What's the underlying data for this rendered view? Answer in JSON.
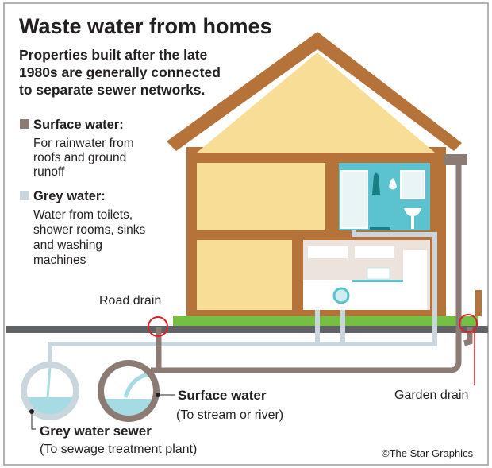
{
  "title": "Waste water from homes",
  "subtitle": [
    "Properties built after the late",
    "1980s are generally connected",
    "to separate sewer networks."
  ],
  "legend": [
    {
      "label": "Surface water:",
      "color": "#8c7b73",
      "desc": [
        "For rainwater from",
        "roofs and ground",
        "runoff"
      ]
    },
    {
      "label": "Grey water:",
      "color": "#c9d6de",
      "desc": [
        "Water from toilets,",
        "shower rooms, sinks",
        "and washing",
        "machines"
      ]
    }
  ],
  "labels": {
    "road_drain": "Road drain",
    "garden_drain": "Garden drain",
    "surface_water": "Surface water",
    "surface_water_sub": "(To stream or river)",
    "grey_sewer": "Grey water sewer",
    "grey_sewer_sub": "(To sewage treatment plant)"
  },
  "credit": "©The Star Graphics",
  "colors": {
    "house_brown": "#b5733a",
    "wall_yellow": "#f7dd95",
    "bathroom": "#5bc3d0",
    "grass": "#74c043",
    "road": "#5f6366",
    "drain_marker": "#e01e2a",
    "water": "#a7dbe3"
  }
}
